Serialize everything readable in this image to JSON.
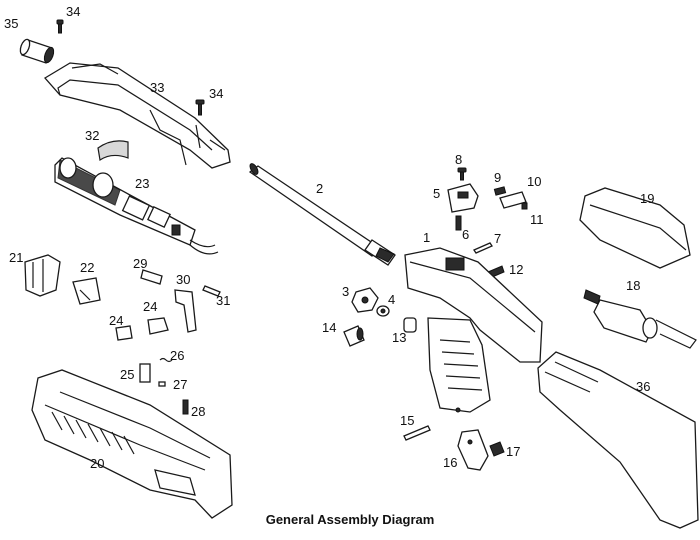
{
  "caption": "General Assembly Diagram",
  "labels": {
    "p1": "1",
    "p2": "2",
    "p3": "3",
    "p4": "4",
    "p5": "5",
    "p6": "6",
    "p7": "7",
    "p8": "8",
    "p9": "9",
    "p10": "10",
    "p11": "11",
    "p12": "12",
    "p13": "13",
    "p14": "14",
    "p15": "15",
    "p16": "16",
    "p17": "17",
    "p18": "18",
    "p19": "19",
    "p20": "20",
    "p21": "21",
    "p22": "22",
    "p23": "23",
    "p24a": "24",
    "p24b": "24",
    "p25": "25",
    "p26": "26",
    "p27": "27",
    "p28": "28",
    "p29": "29",
    "p30": "30",
    "p31": "31",
    "p32": "32",
    "p33": "33",
    "p34a": "34",
    "p34b": "34",
    "p35": "35",
    "p36": "36"
  }
}
